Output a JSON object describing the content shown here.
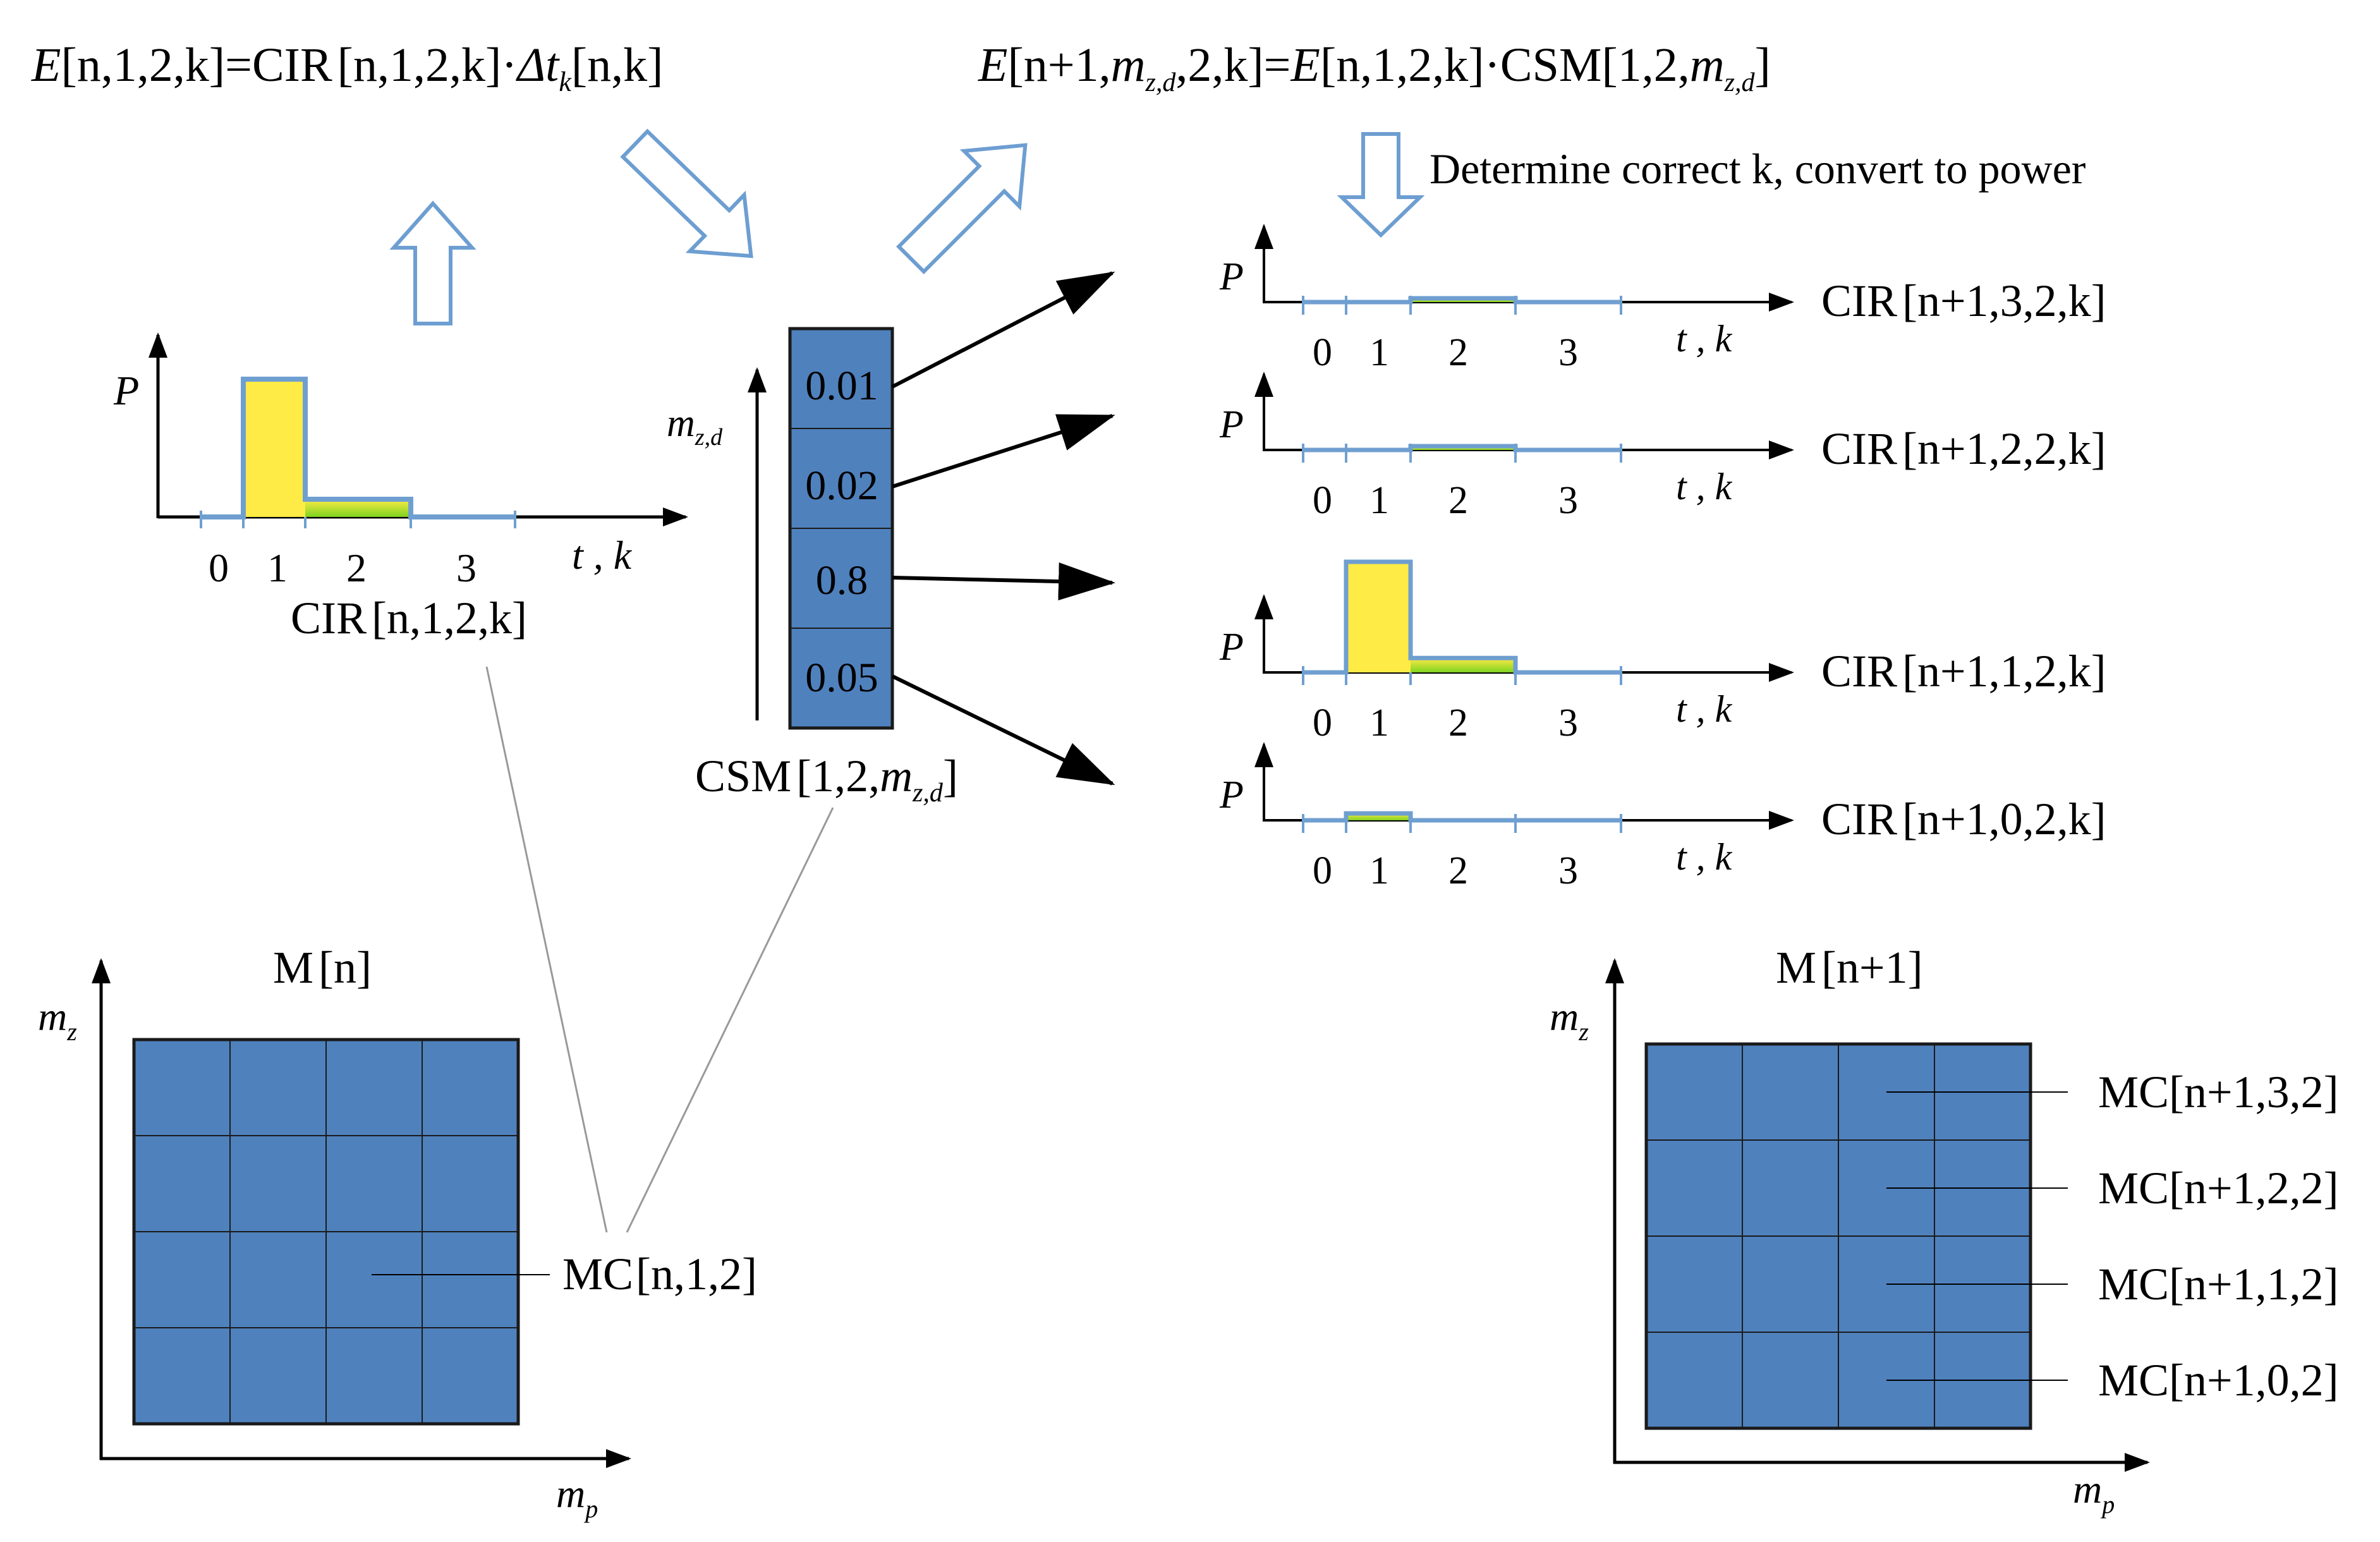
{
  "eq_top_left": {
    "E": "E",
    "args": "[n,1,2,k]",
    "eq": "=",
    "cir": "CIR",
    "cir_args": "[n,1,2,k]",
    "dot": "·",
    "dt": "Δt",
    "dt_sub": "k",
    "dt_args": "[n,k]"
  },
  "eq_top_right": {
    "E": "E",
    "args1": "[n+1,",
    "m": "m",
    "m_sub": "z,d",
    "args1b": ",2,k]",
    "eq": "=",
    "E2": "E",
    "args2": "[n,1,2,k]",
    "dot": "·",
    "csm": "CSM",
    "csm_args_a": "[1,2,",
    "csm_m": "m",
    "csm_m_sub": "z,d",
    "csm_args_b": "]"
  },
  "note": "Determine correct k, convert to power",
  "left_plot": {
    "ylabel": "P",
    "xlabel": "t , k",
    "ticks": [
      "0",
      "1",
      "2",
      "3"
    ],
    "caption_prefix": "CIR",
    "caption_args": "[n,1,2,k]"
  },
  "csm": {
    "axis_label": "m",
    "axis_sub": "z,d",
    "values": [
      "0.01",
      "0.02",
      "0.8",
      "0.05"
    ],
    "caption_prefix": "CSM",
    "caption_args_a": "[1,2,",
    "caption_m": "m",
    "caption_m_sub": "z,d",
    "caption_args_b": "]"
  },
  "right_plots": [
    {
      "ylabel": "P",
      "xlabel": "t , k",
      "ticks": [
        "0",
        "1",
        "2",
        "3"
      ],
      "caption_prefix": "CIR",
      "caption_args": "[n+1,3,2,k]",
      "level": 0.01
    },
    {
      "ylabel": "P",
      "xlabel": "t , k",
      "ticks": [
        "0",
        "1",
        "2",
        "3"
      ],
      "caption_prefix": "CIR",
      "caption_args": "[n+1,2,2,k]",
      "level": 0.02
    },
    {
      "ylabel": "P",
      "xlabel": "t , k",
      "ticks": [
        "0",
        "1",
        "2",
        "3"
      ],
      "caption_prefix": "CIR",
      "caption_args": "[n+1,1,2,k]",
      "level": 0.8
    },
    {
      "ylabel": "P",
      "xlabel": "t , k",
      "ticks": [
        "0",
        "1",
        "2",
        "3"
      ],
      "caption_prefix": "CIR",
      "caption_args": "[n+1,0,2,k]",
      "level": 0.05
    }
  ],
  "matrix_left": {
    "title_prefix": "M",
    "title_args": "[n]",
    "ylabel": "m",
    "ylabel_sub": "z",
    "xlabel": "m",
    "xlabel_sub": "p",
    "cell_label": "MC",
    "cell_args": "[n,1,2]"
  },
  "matrix_right": {
    "title_prefix": "M",
    "title_args": "[n+1]",
    "ylabel": "m",
    "ylabel_sub": "z",
    "xlabel": "m",
    "xlabel_sub": "p",
    "cell_labels": [
      {
        "prefix": "MC",
        "args": "[n+1,3,2]"
      },
      {
        "prefix": "MC",
        "args": "[n+1,2,2]"
      },
      {
        "prefix": "MC",
        "args": "[n+1,1,2]"
      },
      {
        "prefix": "MC",
        "args": "[n+1,0,2]"
      }
    ]
  },
  "colors": {
    "cell_blue": "#4f81bd",
    "outline_blue": "#6f9fd0",
    "yellow": "#ffeb45",
    "green": "#7ed321",
    "arrow_outline": "#6d9ed1",
    "black": "#000000"
  }
}
